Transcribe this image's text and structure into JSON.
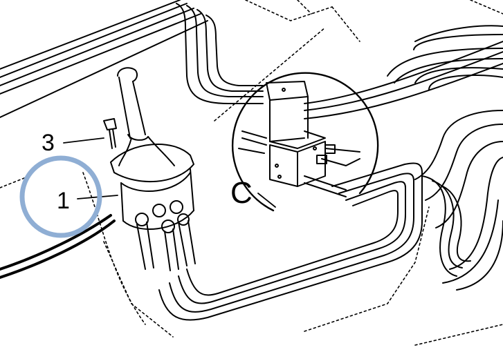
{
  "callouts": {
    "part_3": "3",
    "part_1": "1",
    "detail_c": "C"
  },
  "colors": {
    "line": "#000000",
    "background": "#ffffff",
    "highlight_circle": "#8faed4"
  }
}
